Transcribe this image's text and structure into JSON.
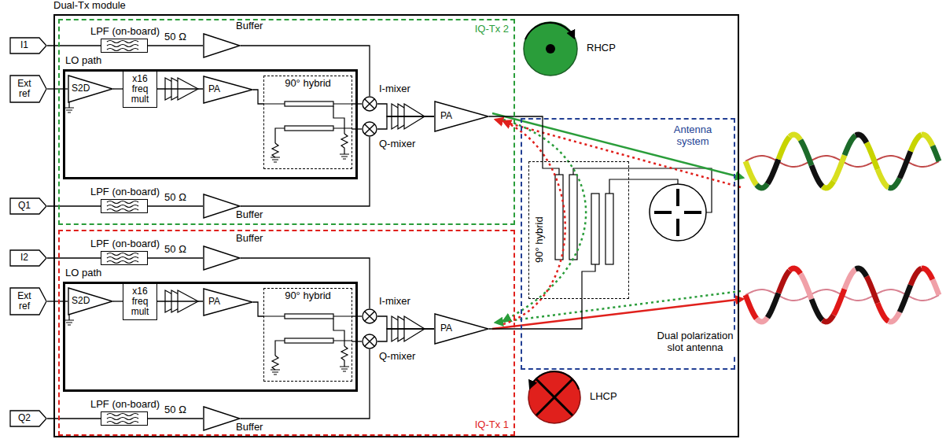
{
  "diagram": {
    "nodes": [
      {
        "text": [
          "I1"
        ]
      },
      {
        "text": [
          "Ext ref"
        ]
      },
      {
        "text": [
          "Q1"
        ]
      },
      {
        "text": [
          "I2"
        ]
      },
      {
        "text": [
          "Ext ref"
        ]
      },
      {
        "text": [
          "Q2"
        ]
      },
      {
        "text": [
          "Dual-Tx module"
        ]
      },
      {
        "text": [
          "IQ-Tx 2"
        ],
        "in": 6
      },
      {
        "text": [
          "LPF (on-board)"
        ],
        "in": 7
      },
      {
        "text": [
          "Buffer"
        ],
        "in": 7
      },
      {
        "text": [
          "LO path"
        ],
        "in": 7
      },
      {
        "text": [
          "S2D"
        ],
        "in": 10
      },
      {
        "text": [
          "x16 freq mult"
        ],
        "in": 10
      },
      {
        "text": [
          "PA"
        ],
        "in": 10
      },
      {
        "text": [
          "90° hybrid"
        ],
        "in": 10
      },
      {
        "text": [
          "I-mixer"
        ],
        "in": 7
      },
      {
        "text": [
          "Q-mixer"
        ],
        "in": 7
      },
      {
        "text": [
          "PA"
        ],
        "in": 7
      },
      {
        "text": [
          "LPF (on-board)"
        ],
        "in": 7
      },
      {
        "text": [
          "Buffer"
        ],
        "in": 7
      },
      {
        "text": [
          "Antenna system"
        ],
        "in": 6
      },
      {
        "text": [
          "90° hybrid"
        ],
        "in": 20
      },
      {
        "text": [
          "IQ-Tx 1"
        ],
        "in": 6
      },
      {
        "text": [
          "LPF (on-board)"
        ],
        "in": 22
      },
      {
        "text": [
          "Buffer"
        ],
        "in": 22
      },
      {
        "text": [
          "LO path"
        ],
        "in": 22
      },
      {
        "text": [
          "S2D"
        ],
        "in": 25
      },
      {
        "text": [
          "x16 freq mult"
        ],
        "in": 25
      },
      {
        "text": [
          "PA"
        ],
        "in": 25
      },
      {
        "text": [
          "90° hybrid"
        ],
        "in": 25
      },
      {
        "text": [
          "I-mixer"
        ],
        "in": 22
      },
      {
        "text": [
          "Q-mixer"
        ],
        "in": 22
      },
      {
        "text": [
          "PA"
        ],
        "in": 22
      },
      {
        "text": [
          "LPF (on-board)"
        ],
        "in": 22
      },
      {
        "text": [
          "Buffer"
        ],
        "in": 22
      }
    ],
    "edges": [
      {
        "from": 0,
        "to": 8,
        "arrow": "none"
      },
      {
        "from": 8,
        "to": 9,
        "label": "50 Ω",
        "arrow": "none"
      },
      {
        "from": 9,
        "to": 15,
        "arrow": "none"
      },
      {
        "from": 1,
        "to": 11,
        "arrow": "none"
      },
      {
        "from": 11,
        "to": 12,
        "arrow": "none"
      },
      {
        "from": 12,
        "to": 13,
        "arrow": "none"
      },
      {
        "from": 13,
        "to": 14,
        "arrow": "none"
      },
      {
        "from": 14,
        "to": 15,
        "arrow": "none"
      },
      {
        "from": 14,
        "to": 16,
        "arrow": "none"
      },
      {
        "from": 15,
        "to": 17,
        "arrow": "none"
      },
      {
        "from": 16,
        "to": 17,
        "arrow": "none"
      },
      {
        "from": 2,
        "to": 18,
        "arrow": "none"
      },
      {
        "from": 18,
        "to": 19,
        "label": "50 Ω",
        "arrow": "none"
      },
      {
        "from": 19,
        "to": 16,
        "arrow": "none"
      },
      {
        "from": 17,
        "to": 21,
        "arrow": "none"
      },
      {
        "from": 3,
        "to": 23,
        "arrow": "none"
      },
      {
        "from": 23,
        "to": 24,
        "label": "50 Ω",
        "arrow": "none"
      },
      {
        "from": 24,
        "to": 30,
        "arrow": "none"
      },
      {
        "from": 4,
        "to": 26,
        "arrow": "none"
      },
      {
        "from": 26,
        "to": 27,
        "arrow": "none"
      },
      {
        "from": 27,
        "to": 28,
        "arrow": "none"
      },
      {
        "from": 28,
        "to": 29,
        "arrow": "none"
      },
      {
        "from": 29,
        "to": 30,
        "arrow": "none"
      },
      {
        "from": 29,
        "to": 31,
        "arrow": "none"
      },
      {
        "from": 30,
        "to": 32,
        "arrow": "none"
      },
      {
        "from": 31,
        "to": 32,
        "arrow": "none"
      },
      {
        "from": 5,
        "to": 33,
        "arrow": "none"
      },
      {
        "from": 33,
        "to": 34,
        "label": "50 Ω",
        "arrow": "none"
      },
      {
        "from": 34,
        "to": 31,
        "arrow": "none"
      },
      {
        "from": 32,
        "to": 21,
        "arrow": "none"
      }
    ],
    "labels": [
      "RHCP",
      "LHCP",
      "Dual polarization slot antenna"
    ]
  }
}
